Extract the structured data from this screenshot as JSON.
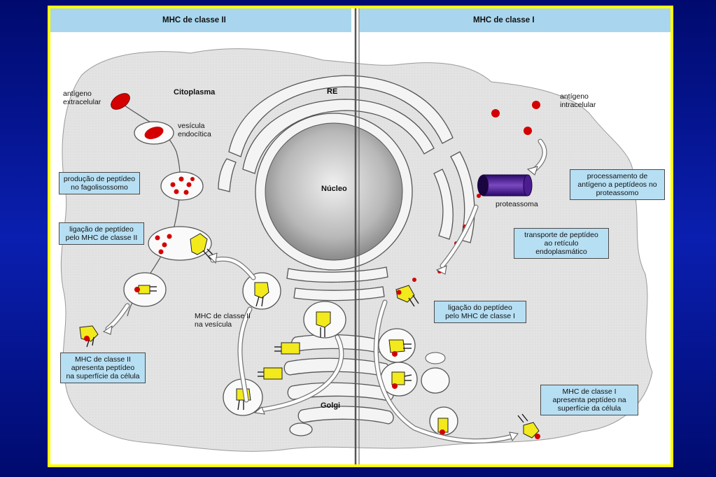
{
  "headers": {
    "left": "MHC de classe II",
    "right": "MHC de classe I"
  },
  "labels": {
    "citoplasma": "Citoplasma",
    "re": "RE",
    "nucleo": "Núcleo",
    "golgi": "Golgi",
    "antigeno_extra": [
      "antígeno",
      "extracelular"
    ],
    "vesicula_endocitica": [
      "vesícula",
      "endocítica"
    ],
    "mhc2_vesicula": [
      "MHC de classe II",
      "na vesícula"
    ],
    "antigeno_intra": [
      "antígeno",
      "intracelular"
    ],
    "proteassoma": "proteassoma"
  },
  "boxes": {
    "producao": [
      "produção de peptídeo",
      "no fagolisossomo"
    ],
    "ligacao2": [
      "ligação de peptídeo",
      "pelo MHC de classe II"
    ],
    "apresenta2": [
      "MHC de classe II",
      "apresenta peptídeo",
      "na superfície da célula"
    ],
    "processamento": [
      "processamento de",
      "antígeno a peptídeos no",
      "proteassomo"
    ],
    "transporte": [
      "transporte de peptídeo",
      "ao retículo",
      "endoplasmático"
    ],
    "ligacao1": [
      "ligação do peptídeo",
      "pelo MHC de classe I"
    ],
    "apresenta1": [
      "MHC de classe I",
      "apresenta peptídeo na",
      "superfície da célula"
    ]
  },
  "colors": {
    "frame": "#ffff00",
    "header": "#a9d6ee",
    "box": "#b7dff3",
    "mhc": "#f2ea1c",
    "antigen": "#d40000",
    "cell": "#e4e4e4"
  }
}
